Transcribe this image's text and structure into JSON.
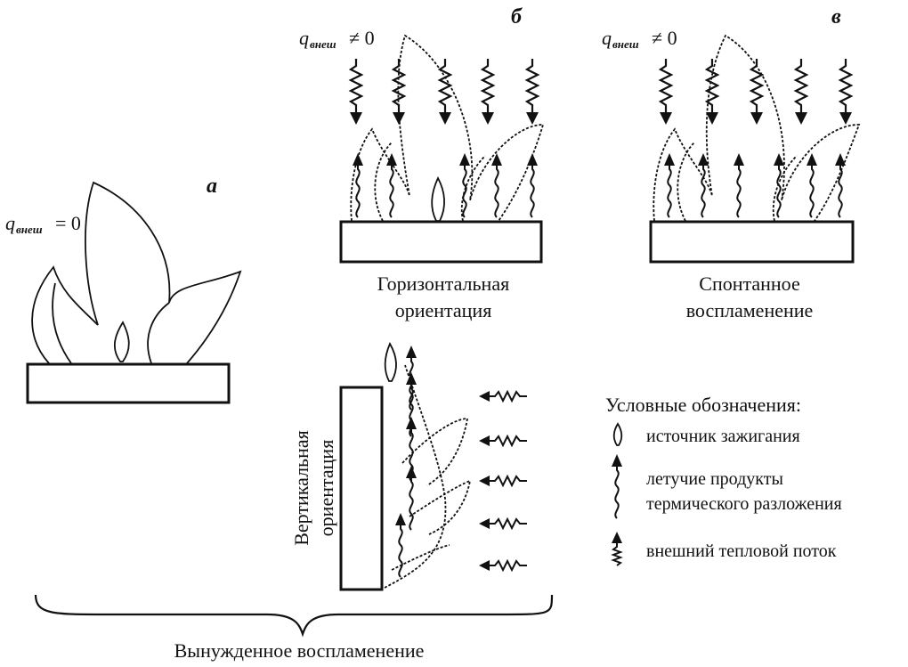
{
  "panels": {
    "a": {
      "letter": "а",
      "q_symbol": "q",
      "q_sub": "внеш",
      "q_rel": " = 0"
    },
    "b": {
      "letter": "б",
      "q_symbol": "q",
      "q_sub": "внеш",
      "q_rel": " ≠ 0",
      "caption_line1": "Горизонтальная",
      "caption_line2": "ориентация"
    },
    "c": {
      "letter": "в",
      "q_symbol": "q",
      "q_sub": "внеш",
      "q_rel": " ≠ 0",
      "caption_line1": "Спонтанное",
      "caption_line2": "воспламенение"
    },
    "vertical": {
      "label_line1": "Вертикальная",
      "label_line2": "ориентация"
    }
  },
  "brace_caption": "Вынужденное воспламенение",
  "legend": {
    "title": "Условные обозначения:",
    "items": [
      {
        "icon": "ignition-source-icon",
        "text_line1": "источник зажигания",
        "text_line2": ""
      },
      {
        "icon": "volatile-products-icon",
        "text_line1": "летучие продукты",
        "text_line2": "термического разложения"
      },
      {
        "icon": "external-heat-flux-icon",
        "text_line1": "внешний тепловой поток",
        "text_line2": ""
      }
    ]
  }
}
